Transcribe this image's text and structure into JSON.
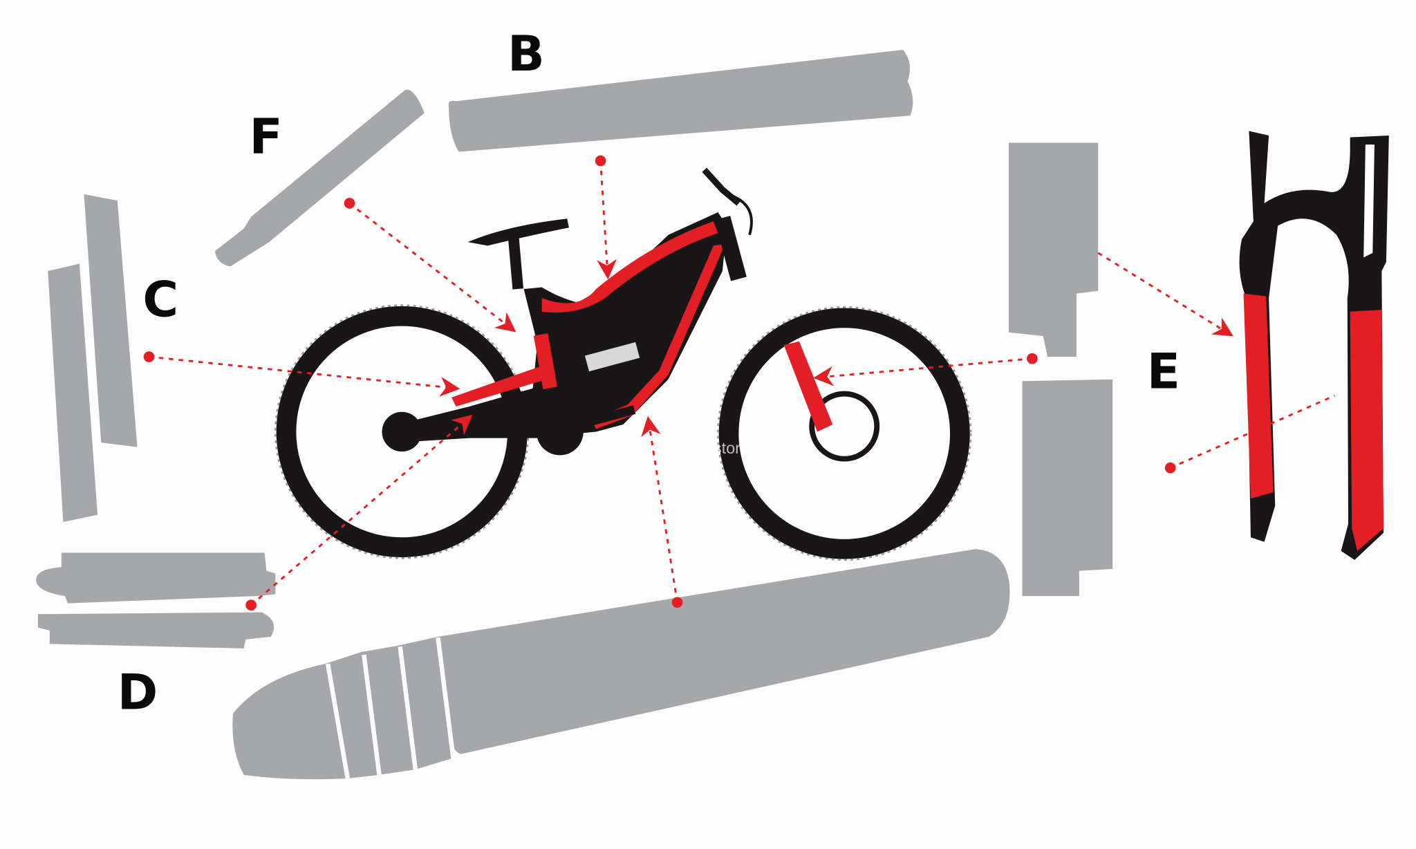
{
  "labels": {
    "b": "B",
    "f": "F",
    "c": "C",
    "d": "D",
    "e": "E"
  },
  "watermark": "store",
  "colors": {
    "part": "#a6a7aa",
    "accent": "#e31e24",
    "frame": "#1a1617",
    "background": "#fdfdfd"
  }
}
